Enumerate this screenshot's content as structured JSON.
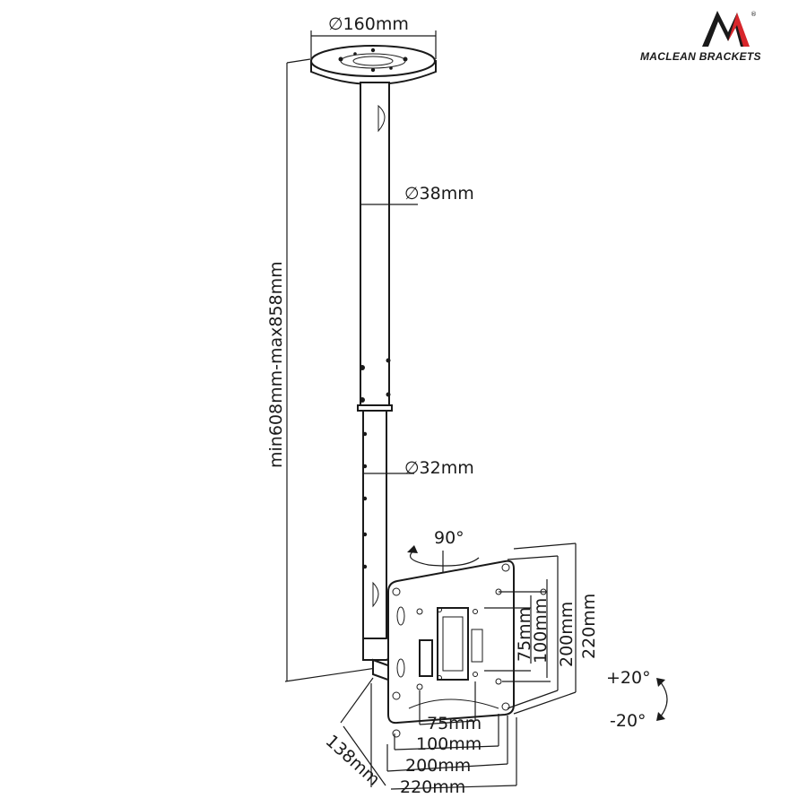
{
  "brand": {
    "name": "MACLEAN BRACKETS",
    "logo_icon": "maclean-m-logo-icon",
    "accent_color": "#d7262b",
    "dark_color": "#1a1a1a",
    "registered_mark": "®"
  },
  "dimensions": {
    "plate_diameter": "160mm",
    "upper_tube_diameter": "38mm",
    "lower_tube_diameter": "32mm",
    "height_range": "min608mm-max858mm",
    "swivel": "90°",
    "tilt_up": "+20°",
    "tilt_down": "-20°",
    "depth": "138mm",
    "vesa_width_75": "75mm",
    "vesa_width_100": "100mm",
    "vesa_width_200": "200mm",
    "vesa_width_220": "220mm",
    "vesa_height_75": "75mm",
    "vesa_height_100": "100mm",
    "vesa_height_200": "200mm",
    "vesa_height_220": "220mm"
  }
}
